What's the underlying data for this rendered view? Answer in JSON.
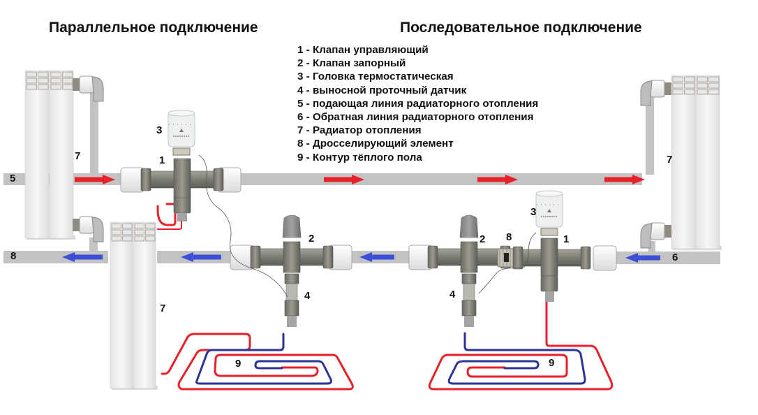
{
  "titles": {
    "parallel": "Параллельное подключение",
    "serial": "Последовательное подключение"
  },
  "legend": [
    "1 - Клапан управляющий",
    "2 - Клапан запорный",
    "3 - Головка термостатическая",
    "4 - выносной проточный датчик",
    "5 - подающая линия радиаторного отопления",
    "6 - Обратная линия радиаторного отопления",
    "7 - Радиатор отопления",
    "8 - Дросселирующий элемент",
    "9 - Контур тёплого пола"
  ],
  "labels": {
    "supply_line": "5",
    "return_line_left": "8",
    "return_line_right": "6",
    "radiator": "7",
    "control_valve": "1",
    "shutoff_valve": "2",
    "thermo_head": "3",
    "sensor": "4",
    "throttle": "8",
    "floor_loop": "9"
  },
  "colors": {
    "pipe": "#c3c3c3",
    "supply_arrow": "#e8202a",
    "return_arrow": "#3a4fd6",
    "floor_hot": "#e8202a",
    "floor_cold": "#2c3596",
    "radiator": "#f2f0ee",
    "valve_body": "#8a8a80"
  }
}
